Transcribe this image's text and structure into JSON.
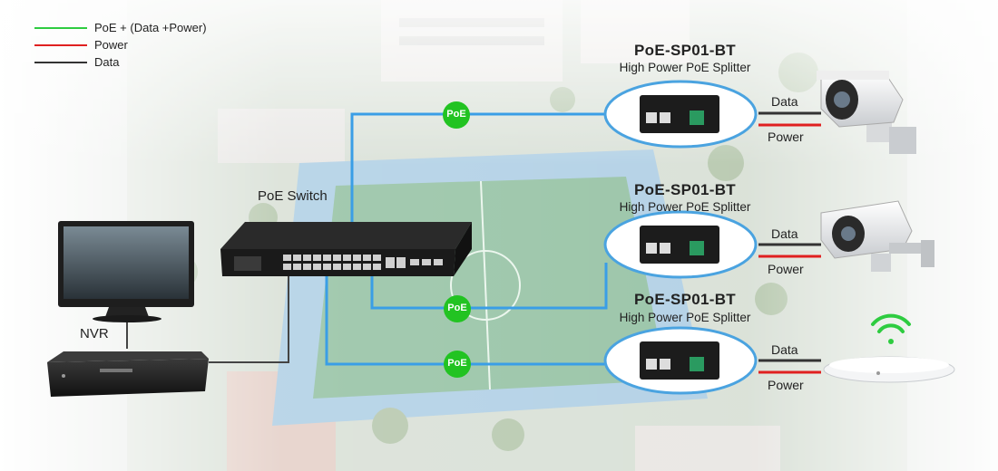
{
  "legend": [
    {
      "label": "PoE + (Data +Power)",
      "color": "#2ecc40"
    },
    {
      "label": "Power",
      "color": "#e02020"
    },
    {
      "label": "Data",
      "color": "#333333"
    }
  ],
  "switch": {
    "label": "PoE Switch"
  },
  "nvr": {
    "label": "NVR"
  },
  "poe_badge": "PoE",
  "splitters": [
    {
      "title": "PoE-SP01-BT",
      "subtitle": "High Power PoE Splitter",
      "data_label": "Data",
      "power_label": "Power",
      "device": "bullet-camera"
    },
    {
      "title": "PoE-SP01-BT",
      "subtitle": "High Power PoE Splitter",
      "data_label": "Data",
      "power_label": "Power",
      "device": "box-camera"
    },
    {
      "title": "PoE-SP01-BT",
      "subtitle": "High Power PoE Splitter",
      "data_label": "Data",
      "power_label": "Power",
      "device": "wireless-access-point"
    }
  ],
  "colors": {
    "cable_blue": "#3a9ee6",
    "poe_green": "#22c322",
    "ellipse_blue": "#4aa3e0",
    "power_red": "#e02020",
    "data_dark": "#333333"
  }
}
